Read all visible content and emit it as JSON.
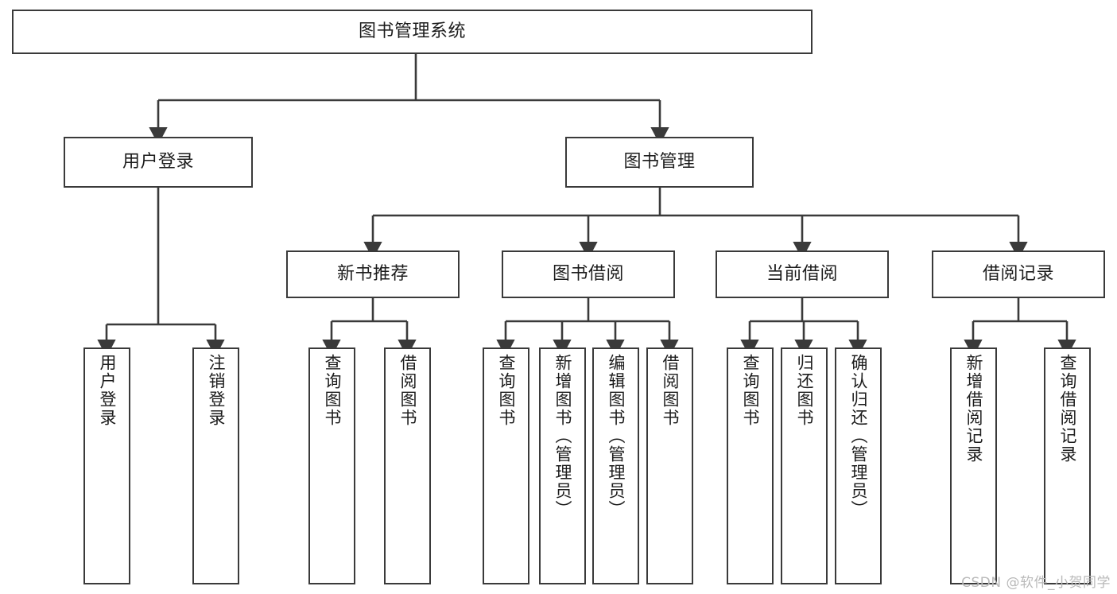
{
  "diagram": {
    "title": "图书管理系统",
    "type": "hierarchy-tree",
    "line_color": "#3a3a3a",
    "box_fill": "#ffffff",
    "text_color": "#1c1c1c"
  },
  "watermark": {
    "text": "CSDN @软件_小贺同学",
    "color": "#b9b9b9"
  },
  "nodes": {
    "root": {
      "label": "图书管理系统"
    },
    "level2": [
      {
        "label": "用户登录"
      },
      {
        "label": "图书管理"
      }
    ],
    "level3": [
      {
        "label": "新书推荐"
      },
      {
        "label": "图书借阅"
      },
      {
        "label": "当前借阅"
      },
      {
        "label": "借阅记录"
      }
    ],
    "leaves": {
      "user_login": [
        {
          "label": "用户登录"
        },
        {
          "label": "注销登录"
        }
      ],
      "new_book_recommend": [
        {
          "label": "查询图书"
        },
        {
          "label": "借阅图书"
        }
      ],
      "book_borrow": [
        {
          "label": "查询图书"
        },
        {
          "label": "新增图书（管理员）"
        },
        {
          "label": "编辑图书（管理员）"
        },
        {
          "label": "借阅图书"
        }
      ],
      "current_borrow": [
        {
          "label": "查询图书"
        },
        {
          "label": "归还图书"
        },
        {
          "label": "确认归还（管理员）"
        }
      ],
      "borrow_record": [
        {
          "label": "新增借阅记录"
        },
        {
          "label": "查询借阅记录"
        }
      ]
    }
  }
}
